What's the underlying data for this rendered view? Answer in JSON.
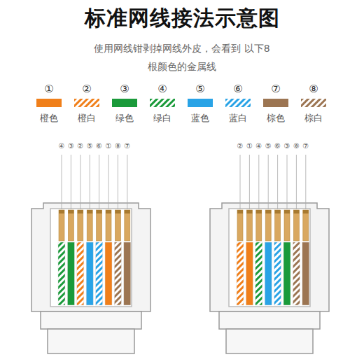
{
  "diagram": {
    "title": "标准网线接法示意图",
    "caption": "使用网线钳剥掉网线外皮，会看到 以下8根颜色的金属线",
    "labels": [
      "①",
      "②",
      "③",
      "④",
      "⑤",
      "⑥",
      "⑦",
      "⑧",
      "④",
      "③",
      "②",
      "⑤",
      "⑥",
      "①",
      "⑧",
      "⑦",
      "②",
      "①",
      "④",
      "⑤",
      "⑥",
      "③",
      "⑧",
      "⑦"
    ],
    "legend": [
      {
        "text": "橙色",
        "color": "#f07f1a"
      },
      {
        "text": "橙白"
      },
      {
        "text": "绿色",
        "color": "#1a9a3a"
      },
      {
        "text": "绿白"
      },
      {
        "text": "蓝色",
        "color": "#29a3e6"
      },
      {
        "text": "蓝白"
      },
      {
        "text": "棕色",
        "color": "#9c7552"
      },
      {
        "text": "棕白"
      }
    ]
  }
}
